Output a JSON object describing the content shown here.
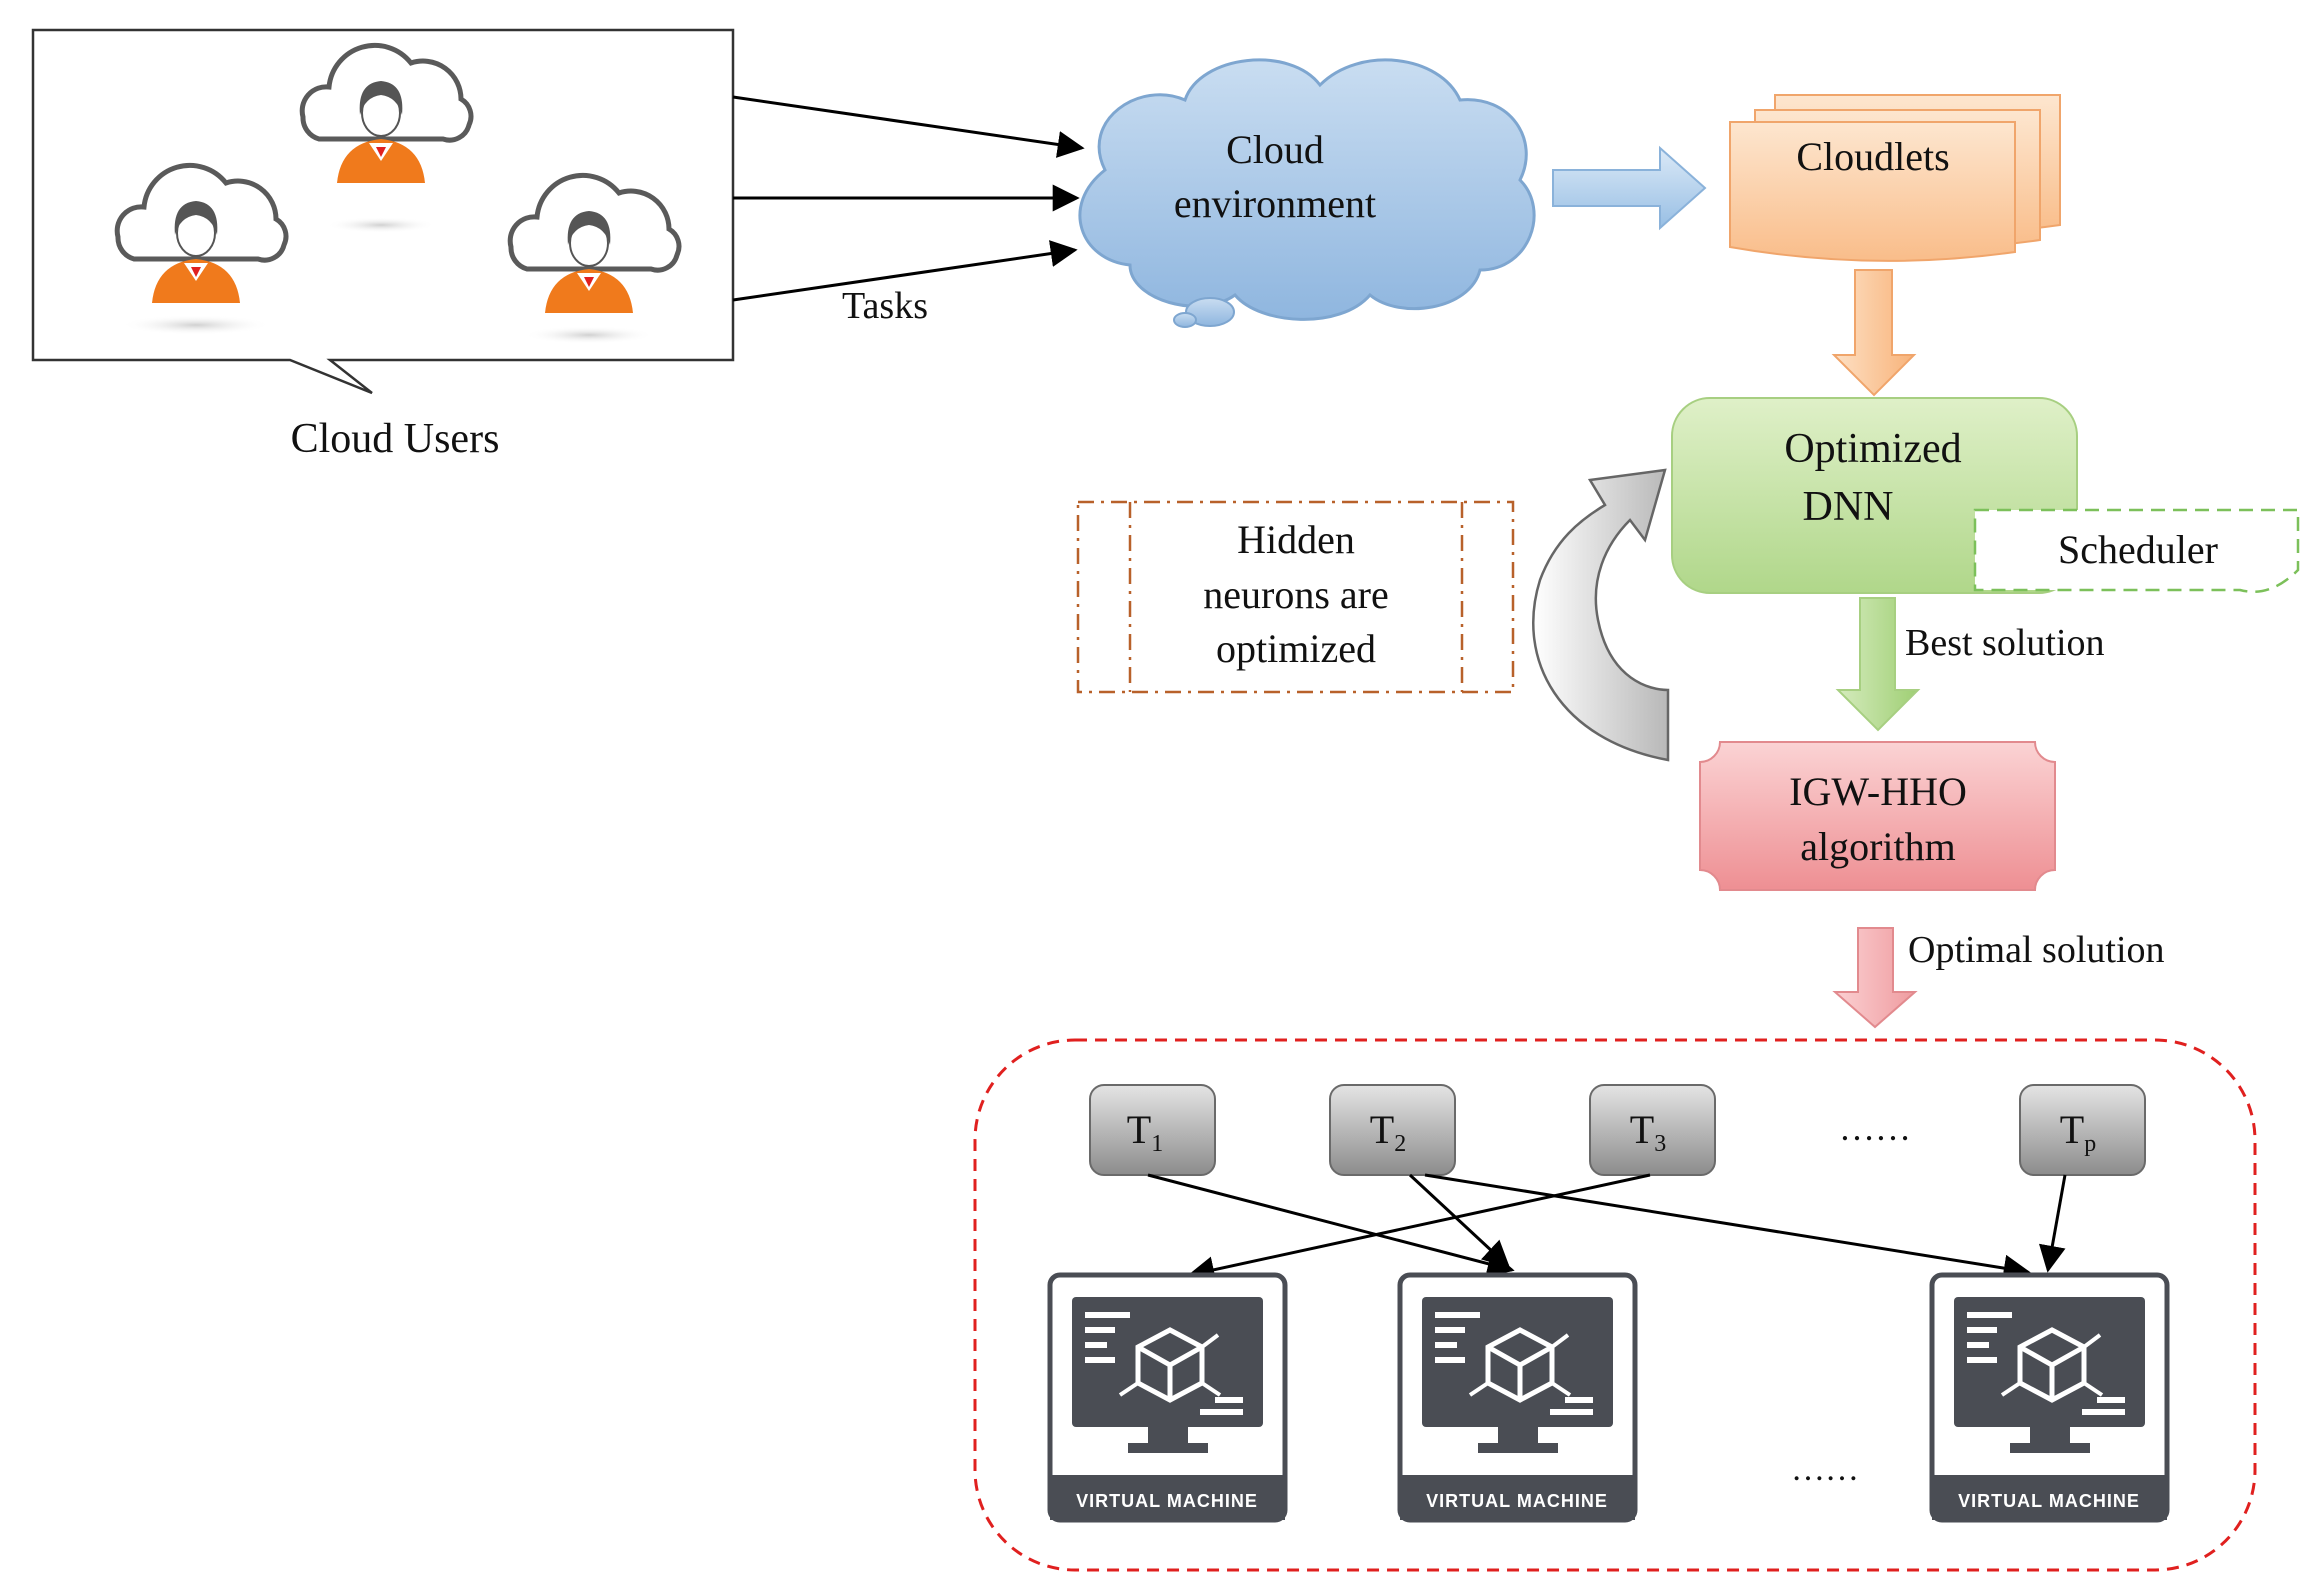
{
  "users": {
    "label": "Cloud Users"
  },
  "tasks_label": "Tasks",
  "cloud": {
    "line1": "Cloud",
    "line2": "environment"
  },
  "cloudlets": {
    "label": "Cloudlets"
  },
  "dnn": {
    "line1": "Optimized",
    "line2": "DNN"
  },
  "scheduler": {
    "label": "Scheduler"
  },
  "hidden": {
    "line1": "Hidden",
    "line2": "neurons are",
    "line3": "optimized"
  },
  "best_solution": "Best solution",
  "algorithm": {
    "line1": "IGW-HHO",
    "line2": "algorithm"
  },
  "optimal_solution": "Optimal solution",
  "tasks": [
    {
      "name": "T",
      "sub": "1"
    },
    {
      "name": "T",
      "sub": "2"
    },
    {
      "name": "T",
      "sub": "3"
    },
    {
      "name": "T",
      "sub": "p"
    }
  ],
  "task_ellipsis": "……",
  "vm_ellipsis": "……",
  "vm_label": "VIRTUAL MACHINE",
  "colors": {
    "user_orange": "#f07a1c",
    "cloud_blue": "#a8c8e8",
    "cloudlets_orange": "#fcd2ad",
    "dnn_green": "#c7e2a6",
    "algo_pink": "#f5b5b8",
    "vm_dark": "#4a4d54",
    "dashed_red": "#e0201f",
    "hidden_brown": "#b8612a",
    "scheduler_green": "#7cc05a"
  }
}
